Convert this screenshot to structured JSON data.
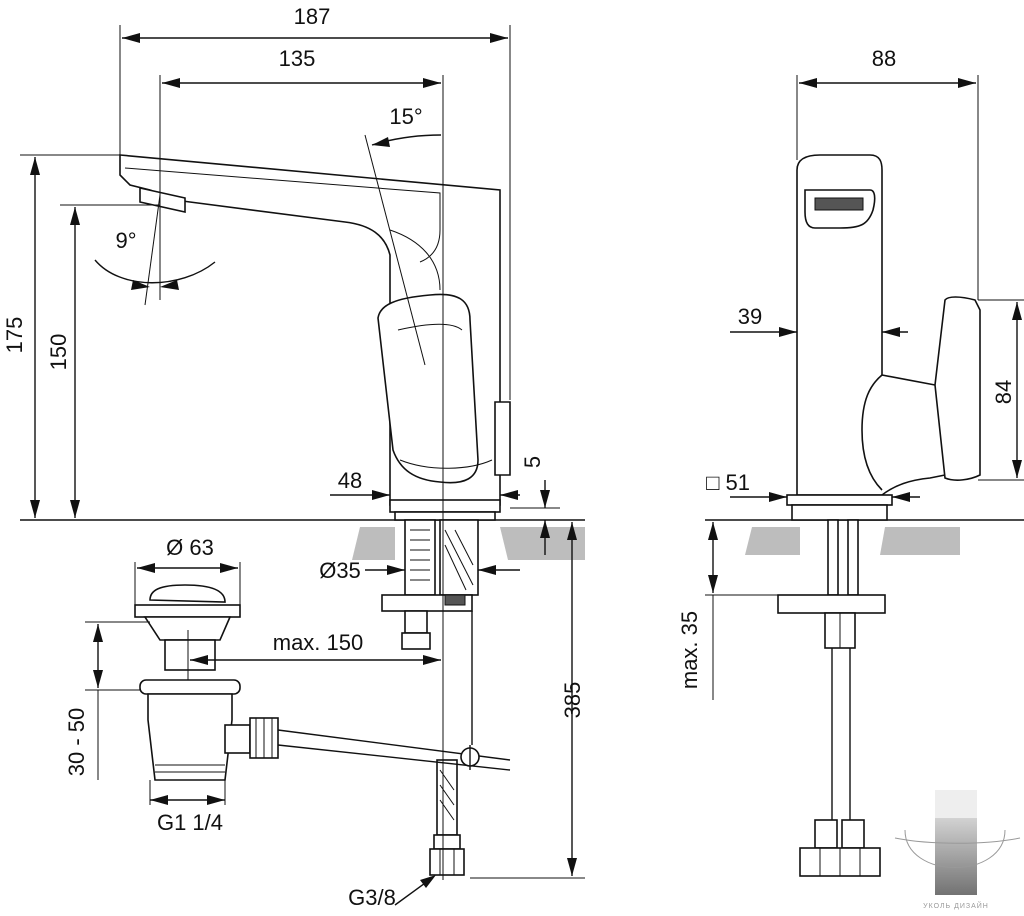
{
  "dimensions": {
    "d187": "187",
    "d135": "135",
    "d15deg": "15°",
    "d9deg": "9°",
    "d175": "175",
    "d150": "150",
    "d48": "48",
    "d5": "5",
    "d63": "Ø 63",
    "d35": "Ø35",
    "dmax150": "max. 150",
    "d385": "385",
    "d3050": "30 - 50",
    "dG114": "G1 1/4",
    "dG38": "G3/8",
    "d88": "88",
    "d39": "39",
    "d84": "84",
    "d51": "□ 51",
    "dmax35": "max. 35"
  },
  "watermark": {
    "text": "УКОЛЬ ДИЗАЙН"
  }
}
